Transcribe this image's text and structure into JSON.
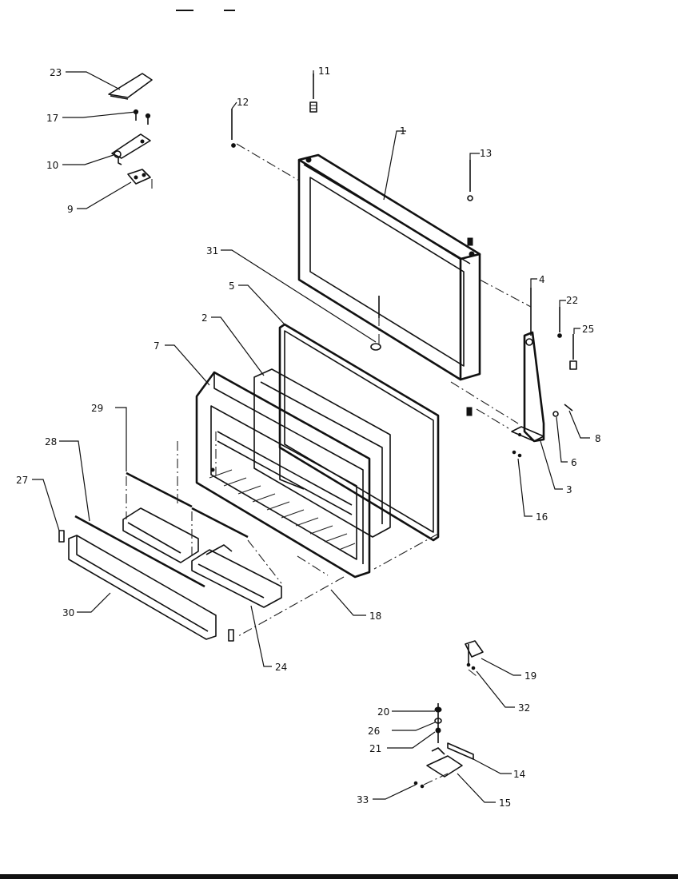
{
  "callouts": {
    "c1": "1",
    "c2": "2",
    "c3": "3",
    "c4": "4",
    "c5": "5",
    "c6": "6",
    "c7": "7",
    "c8": "8",
    "c9": "9",
    "c10": "10",
    "c11": "11",
    "c12": "12",
    "c13": "13",
    "c14": "14",
    "c15": "15",
    "c16": "16",
    "c17": "17",
    "c18": "18",
    "c19": "19",
    "c20": "20",
    "c21": "21",
    "c22": "22",
    "c23": "23",
    "c24": "24",
    "c25": "25",
    "c26": "26",
    "c27": "27",
    "c28": "28",
    "c29": "29",
    "c30": "30",
    "c31": "31",
    "c32": "32",
    "c33": "33"
  },
  "colors": {
    "ink": "#111111",
    "paper": "#ffffff"
  }
}
